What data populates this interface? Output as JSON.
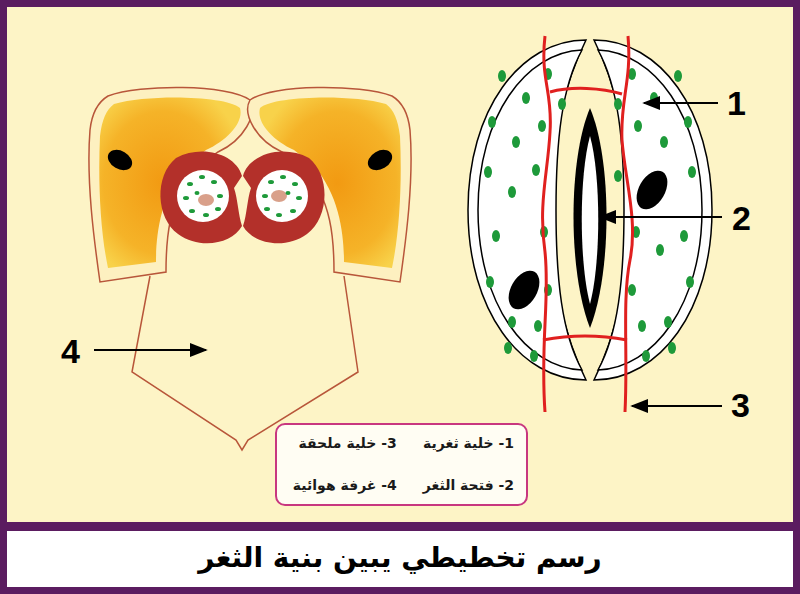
{
  "diagram": {
    "title": "رسم تخطيطي يبين بنية الثغر",
    "nodes": [
      {
        "text": [
          "1- خلية ثغرية",
          "2- فتحة الثغر",
          "3- خلية ملحقة",
          "4- غرفة هوائية"
        ]
      }
    ],
    "labels": [
      "1",
      "2",
      "3",
      "4"
    ]
  }
}
